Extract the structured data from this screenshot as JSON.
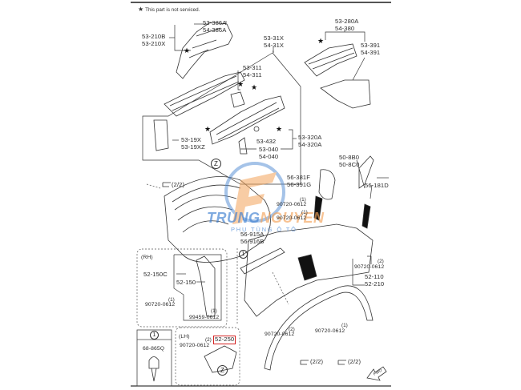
{
  "legend": {
    "icon": "star-icon",
    "text": "This part is not serviced."
  },
  "watermark": {
    "brand_part1": "TRUNG",
    "brand_part2": "NGUYEN",
    "subtitle": "PHỤ TÙNG Ô TÔ",
    "colors": {
      "blue": "#3d7fd1",
      "orange": "#f3a35a"
    }
  },
  "labels": {
    "p53_386A": "53-386A",
    "p54_386A": "54-386A",
    "p53_210B": "53-210B",
    "p53_210X": "53-210X",
    "p53_31X": "53-31X",
    "p54_31X": "54-31X",
    "p53_311": "53-311",
    "p54_311": "54-311",
    "p53_280A": "53-280A",
    "p54_380": "54-380",
    "p53_391": "53-391",
    "p54_391": "54-391",
    "p53_19X": "53-19X",
    "p53_19XZ": "53-19XZ",
    "p53_432": "53-432",
    "p53_040": "53-040",
    "p54_040": "54-040",
    "p53_320A": "53-320A",
    "p54_320A": "54-320A",
    "p50_8B0": "50-8B0",
    "p50_8C0": "50-8C0",
    "p56_381F": "56-381F",
    "p56_391G": "56-391G",
    "p56_181D": "56-181D",
    "p90720_a": "90720-0612",
    "q_a": "(1)",
    "p90720_b": "90720-0612",
    "q_b": "(1)",
    "p56_915A": "56-915A",
    "p56_916B": "56-916B",
    "p90720_c": "90720-0612",
    "q_c": "(2)",
    "p52_110": "52-110",
    "p52_210": "52-210",
    "rh": "(RH)",
    "p52_150C": "52-150C",
    "p52_150": "52-150",
    "p90720_d": "90720-0612",
    "q_d": "(1)",
    "p99459": "99459-0612",
    "q_e": "(1)",
    "p90720_e": "90720-0612",
    "q_f": "(2)",
    "p90720_f": "90720-0612",
    "q_g": "(1)",
    "lh": "(LH)",
    "p90720_g": "90720-0612",
    "q_h": "(2)",
    "p52_250": "52-250",
    "clip_num": "1",
    "p68_865Q": "68-865Q",
    "ref_z": "Z",
    "see_page_1": "(2/2)",
    "see_page_2": "(2/2)",
    "see_page_3": "(2/2)",
    "fwd": "FWD",
    "callout_1": "1"
  },
  "highlight_color": "#d42020"
}
